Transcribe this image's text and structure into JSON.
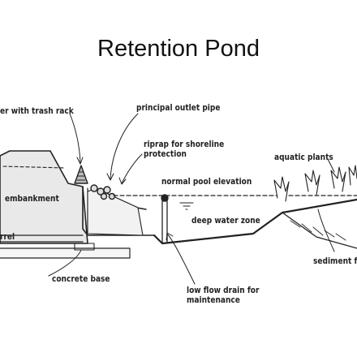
{
  "title": "Retention Pond",
  "labels": {
    "riser": "er with trash rack",
    "principal_outlet": "principal outlet pipe",
    "riprap_line1": "riprap for shoreline",
    "riprap_line2": "protection",
    "aquatic_plants": "aquatic plants",
    "normal_pool": "normal pool elevation",
    "embankment": "embankment",
    "deep_water": "deep water zone",
    "barrel": "rrel",
    "sediment": "sediment f",
    "concrete_base": "concrete base",
    "low_flow_line1": "low flow drain for",
    "low_flow_line2": "maintenance"
  }
}
